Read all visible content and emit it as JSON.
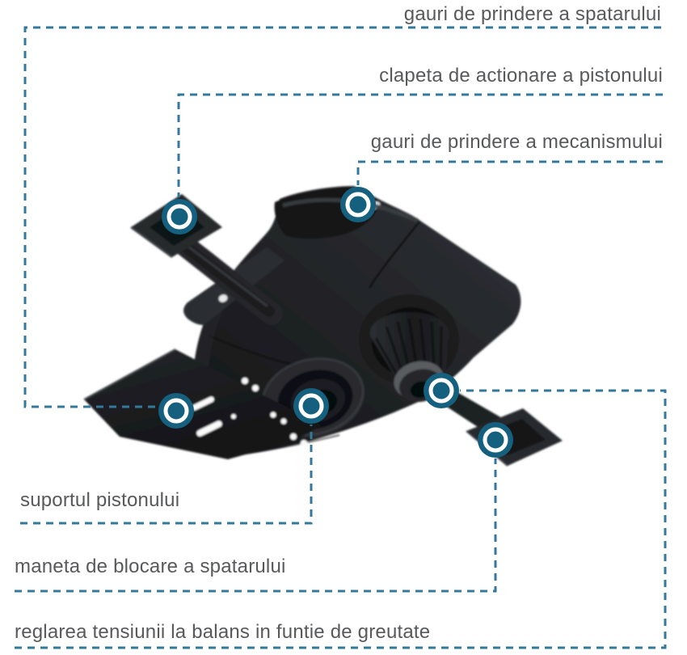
{
  "page": {
    "background": "#ffffff",
    "subject": "chair-tilt-mechanism-diagram"
  },
  "palette": {
    "callout_line": "#33799c",
    "marker_fill": "#15607e",
    "marker_ring": "#ffffff",
    "label_text": "#58595b",
    "mechanism_dark": "#1b1d1f"
  },
  "markers": {
    "style": "ring-dot-marker",
    "count": 6
  },
  "callouts": [
    {
      "id": "gauri-spatar",
      "label": "gauri de prindere a spatarului"
    },
    {
      "id": "clapeta",
      "label": "clapeta de actionare a pistonului"
    },
    {
      "id": "gauri-mecanism",
      "label": "gauri de prindere a mecanismului"
    },
    {
      "id": "suport-piston",
      "label": "suportul pistonului"
    },
    {
      "id": "maneta-blocare",
      "label": "maneta de blocare a spatarului"
    },
    {
      "id": "reglare-tensiune",
      "label": "reglarea tensiunii la balans in funtie de greutate"
    }
  ]
}
